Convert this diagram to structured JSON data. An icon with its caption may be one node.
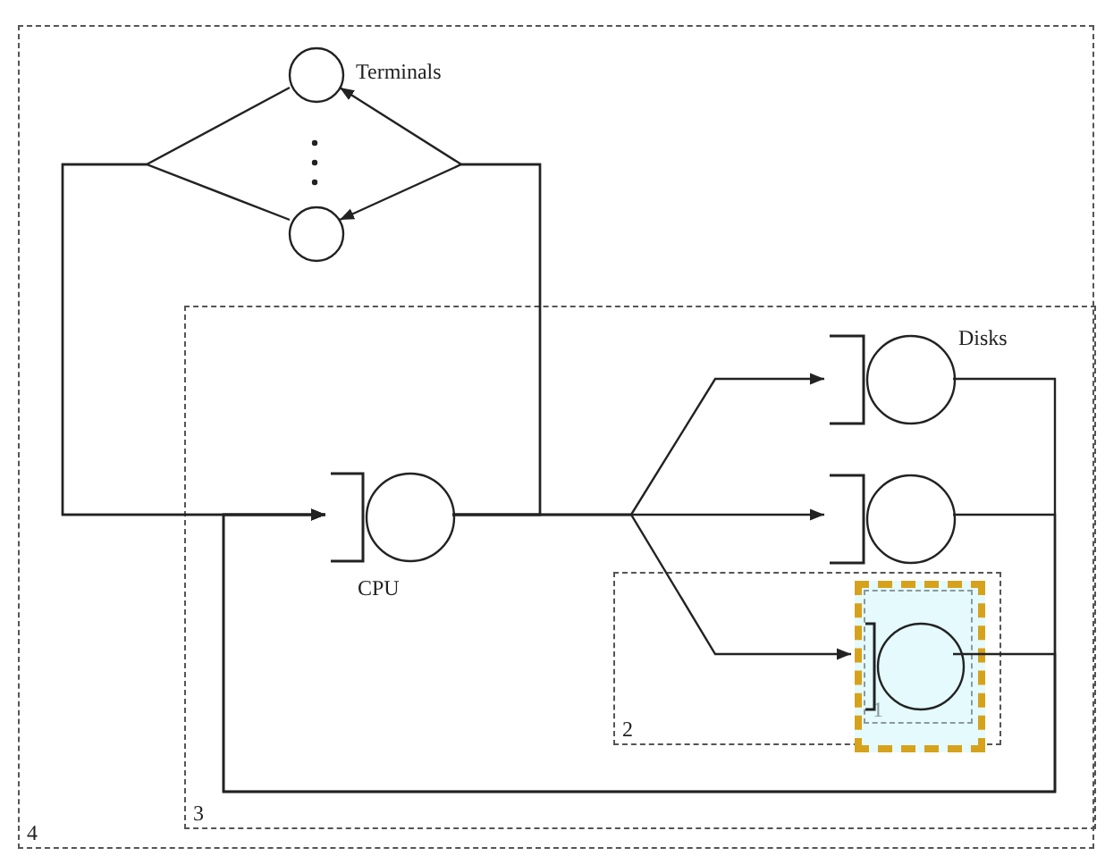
{
  "diagram": {
    "nodes": [
      {
        "text": [
          "4"
        ]
      },
      {
        "text": [],
        "shape": "circle",
        "in": 0,
        "beside": [
          "Terminals"
        ]
      },
      {
        "text": [],
        "shape": "circle",
        "in": 0
      },
      {
        "text": [
          "3"
        ],
        "in": 0
      },
      {
        "text": [],
        "shape": "queue",
        "in": 3,
        "beside": [
          "CPU"
        ]
      },
      {
        "text": [],
        "shape": "queue",
        "in": 3,
        "beside": [
          "Disks"
        ]
      },
      {
        "text": [],
        "shape": "queue",
        "in": 3
      },
      {
        "text": [
          "2"
        ],
        "in": 3
      },
      {
        "text": [
          "1"
        ],
        "in": 7
      },
      {
        "text": [],
        "shape": "queue",
        "in": 8
      }
    ],
    "edges": [
      {
        "from": 4,
        "to": 1,
        "arrow": "to"
      },
      {
        "from": 4,
        "to": 2,
        "arrow": "to"
      },
      {
        "from": 1,
        "to": 4,
        "arrow": "to"
      },
      {
        "from": 2,
        "to": 4,
        "arrow": "to"
      },
      {
        "from": 4,
        "to": 5,
        "arrow": "to"
      },
      {
        "from": 4,
        "to": 6,
        "arrow": "to"
      },
      {
        "from": 4,
        "to": 9,
        "arrow": "to"
      },
      {
        "from": 5,
        "to": 4,
        "arrow": "to"
      },
      {
        "from": 6,
        "to": 4,
        "arrow": "to"
      },
      {
        "from": 9,
        "to": 4,
        "arrow": "to"
      }
    ]
  }
}
